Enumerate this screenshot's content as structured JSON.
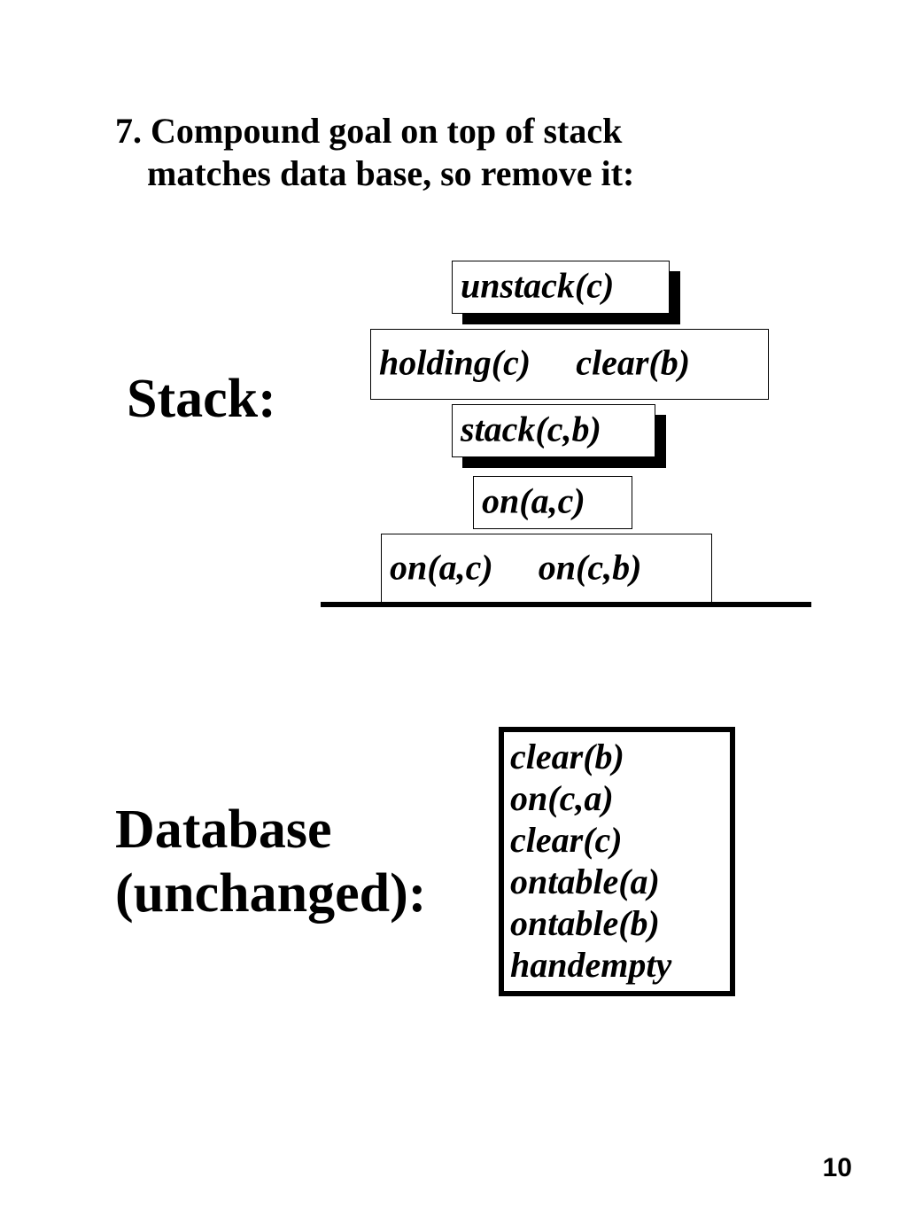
{
  "heading": {
    "line1": "7. Compound goal on top of stack",
    "line2": "matches data base, so remove it:"
  },
  "stack": {
    "label": "Stack:",
    "frames": [
      {
        "text": "unstack(c)"
      },
      {
        "text": "holding(c)  clear(b)"
      },
      {
        "text": "stack(c,b)"
      },
      {
        "text": "on(a,c)"
      },
      {
        "text": "on(a,c)  on(c,b)"
      }
    ]
  },
  "database": {
    "label_line1": "Database",
    "label_line2": "(unchanged):",
    "facts": [
      "clear(b)",
      "on(c,a)",
      "clear(c)",
      "ontable(a)",
      "ontable(b)",
      "handempty"
    ]
  },
  "page_number": "10"
}
